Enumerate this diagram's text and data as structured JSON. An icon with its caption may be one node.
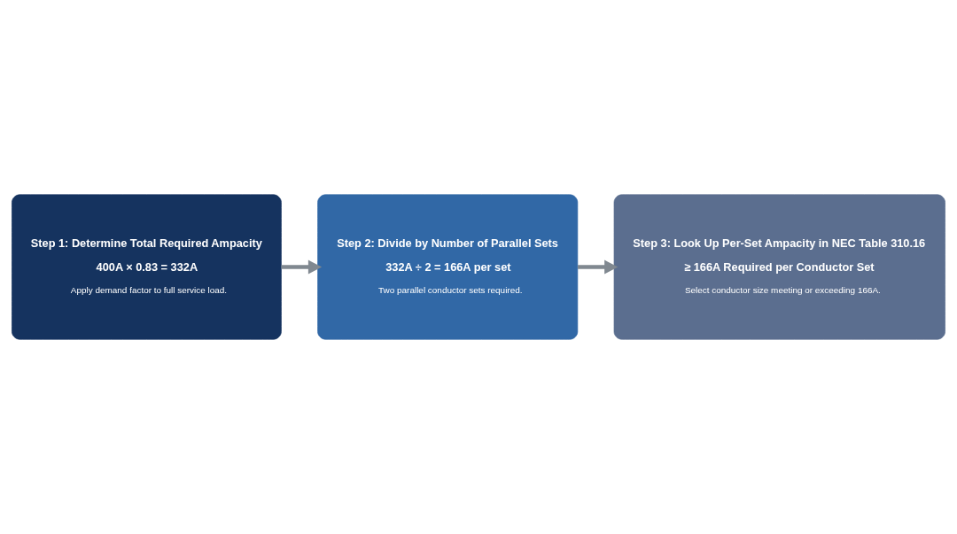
{
  "diagram": {
    "nodes": [
      {
        "text": [
          "Step 1: Determine Total Required Ampacity",
          "400A × 0.83 = 332A",
          "Apply demand factor to full service load."
        ]
      },
      {
        "text": [
          "Step 2: Divide by Number of Parallel Sets",
          "332A ÷ 2 = 166A per set",
          "Two parallel conductor sets required."
        ]
      },
      {
        "text": [
          "Step 3: Look Up Per-Set Ampacity in NEC Table 310.16",
          "≥ 166A Required per Conductor Set",
          "Select conductor size meeting or exceeding 166A."
        ]
      }
    ],
    "edges": [
      {
        "from": 0,
        "to": 1,
        "arrow": "to"
      },
      {
        "from": 1,
        "to": 2,
        "arrow": "to"
      }
    ]
  }
}
